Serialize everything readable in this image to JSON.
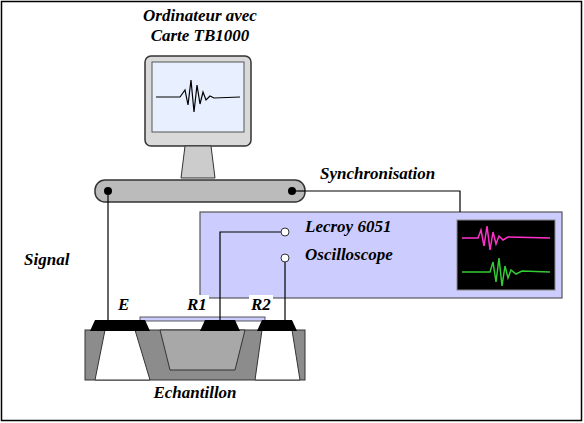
{
  "diagram": {
    "nodes": [
      {
        "text": [
          "Ordinateur avec Carte TB1000"
        ]
      },
      {
        "text": [
          "Lecroy 6051",
          "Oscilloscope"
        ]
      },
      {
        "text": [
          "Echantillon"
        ]
      }
    ],
    "edges": [
      {
        "from": 0,
        "to": 1,
        "arrow": "none",
        "label": "Synchronisation"
      },
      {
        "from": 0,
        "to": 2,
        "arrow": "none",
        "label": "Signal"
      },
      {
        "from": 2,
        "to": 1,
        "arrow": "none"
      },
      {
        "from": 2,
        "to": 1,
        "arrow": "none"
      }
    ],
    "labels": [
      "E",
      "R1",
      "R2"
    ]
  }
}
